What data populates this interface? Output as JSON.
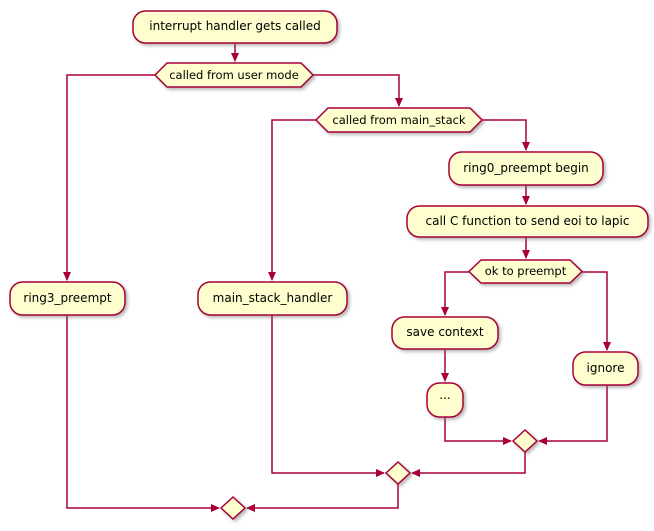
{
  "diagram": {
    "type": "activity-flowchart",
    "background": "#FFFFFF",
    "colors": {
      "node_fill": "#FEFECE",
      "node_border": "#A80036",
      "edge": "#A80036",
      "text": "#000000"
    },
    "nodes": {
      "start": {
        "label": "interrupt handler gets called",
        "type": "activity"
      },
      "user_mode_decision": {
        "label": "called from user mode",
        "type": "decision"
      },
      "main_stack_decision": {
        "label": "called from main_stack",
        "type": "decision"
      },
      "ring0_begin": {
        "label": "ring0_preempt begin",
        "type": "activity"
      },
      "send_eoi": {
        "label": "call C function to send eoi to lapic",
        "type": "activity"
      },
      "ok_preempt_decision": {
        "label": "ok to preempt",
        "type": "decision"
      },
      "save_context": {
        "label": "save context",
        "type": "activity"
      },
      "ellipsis": {
        "label": "...",
        "type": "activity"
      },
      "ignore": {
        "label": "ignore",
        "type": "activity"
      },
      "ring3_preempt": {
        "label": "ring3_preempt",
        "type": "activity"
      },
      "main_stack_handler": {
        "label": "main_stack_handler",
        "type": "activity"
      },
      "merge_1": {
        "label": "",
        "type": "merge"
      },
      "merge_2": {
        "label": "",
        "type": "merge"
      },
      "merge_3": {
        "label": "",
        "type": "merge"
      }
    },
    "edges": [
      {
        "from": "start",
        "to": "user_mode_decision"
      },
      {
        "from": "user_mode_decision",
        "to": "ring3_preempt"
      },
      {
        "from": "user_mode_decision",
        "to": "main_stack_decision"
      },
      {
        "from": "main_stack_decision",
        "to": "main_stack_handler"
      },
      {
        "from": "main_stack_decision",
        "to": "ring0_begin"
      },
      {
        "from": "ring0_begin",
        "to": "send_eoi"
      },
      {
        "from": "send_eoi",
        "to": "ok_preempt_decision"
      },
      {
        "from": "ok_preempt_decision",
        "to": "save_context"
      },
      {
        "from": "ok_preempt_decision",
        "to": "ignore"
      },
      {
        "from": "save_context",
        "to": "ellipsis"
      },
      {
        "from": "ellipsis",
        "to": "merge_1"
      },
      {
        "from": "ignore",
        "to": "merge_1"
      },
      {
        "from": "merge_1",
        "to": "merge_2"
      },
      {
        "from": "main_stack_handler",
        "to": "merge_2"
      },
      {
        "from": "merge_2",
        "to": "merge_3"
      },
      {
        "from": "ring3_preempt",
        "to": "merge_3"
      }
    ]
  }
}
